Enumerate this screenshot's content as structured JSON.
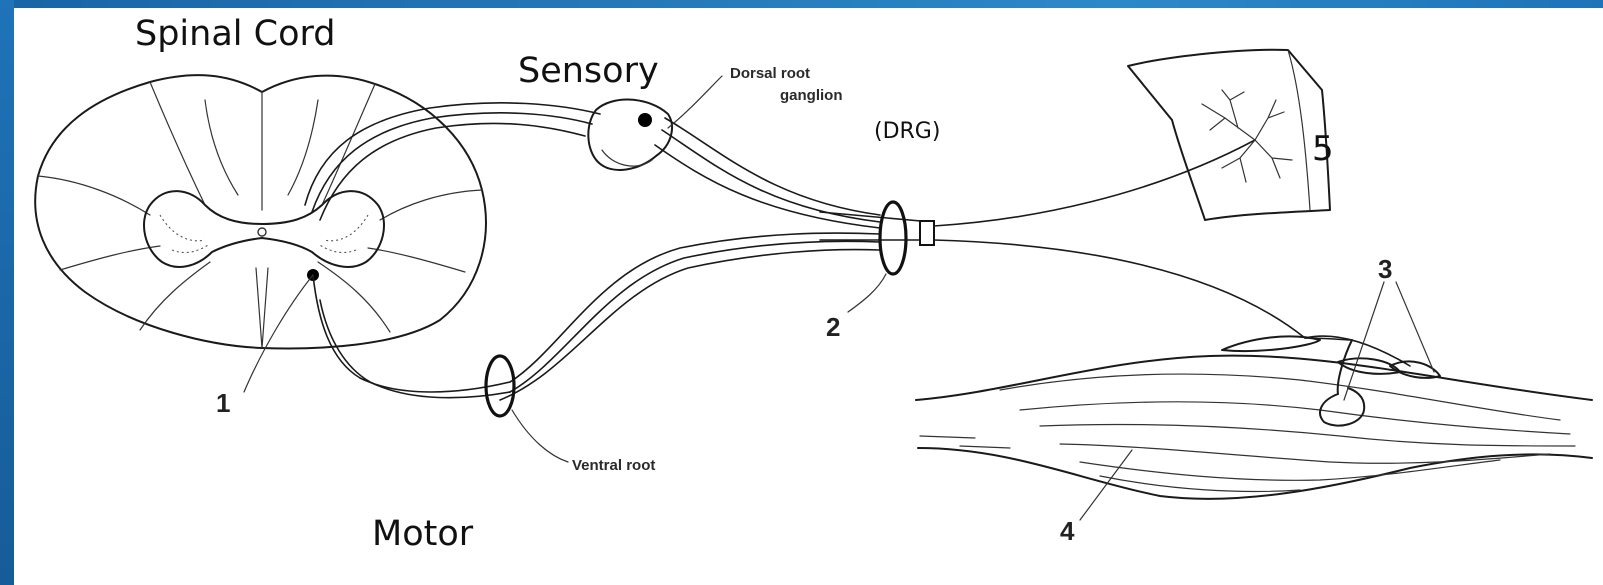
{
  "labels": {
    "spinal_cord": "Spinal Cord",
    "sensory": "Sensory",
    "motor": "Motor",
    "dorsal_root_line1": "Dorsal root",
    "dorsal_root_line2": "ganglion",
    "drg": "(DRG)",
    "ventral_root": "Ventral root",
    "n1": "1",
    "n2": "2",
    "n3": "3",
    "n4": "4",
    "n5": "5"
  },
  "colors": {
    "frame_blue": "#1f73b8",
    "ink": "#1a1a1a",
    "background": "#ffffff"
  }
}
